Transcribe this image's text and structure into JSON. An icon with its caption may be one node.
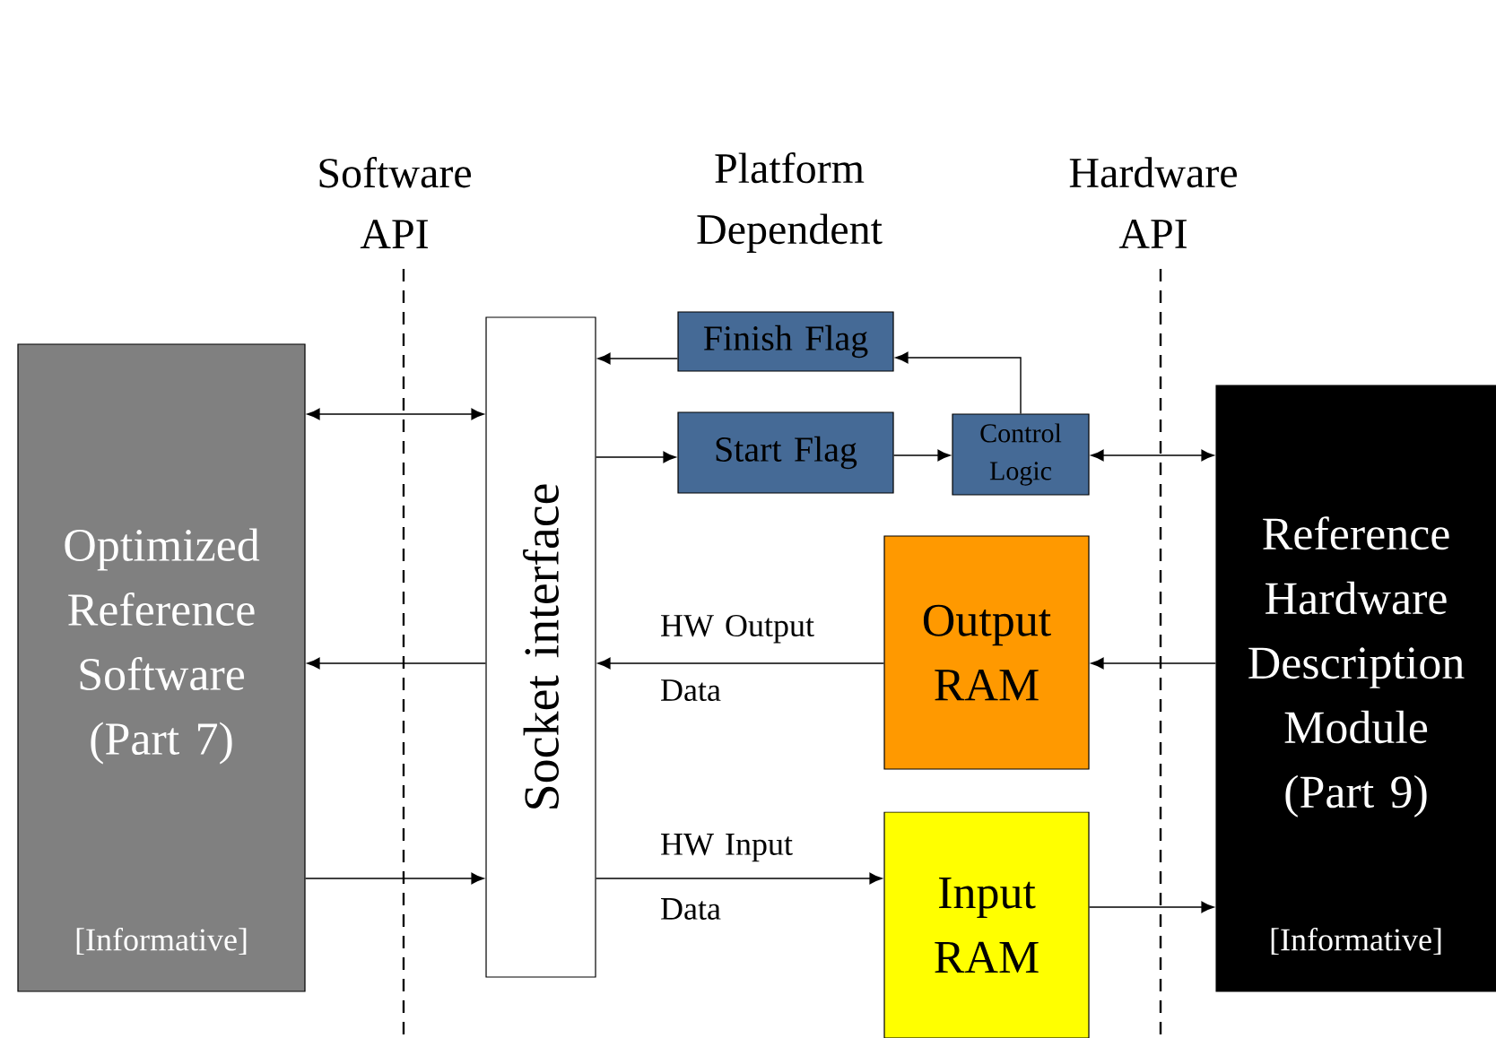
{
  "diagram": {
    "nodes": [
      {
        "text": [
          "Optimized Reference Software (Part 7)",
          "[Informative]"
        ]
      },
      {
        "text": [
          "Socket interface"
        ]
      },
      {
        "text": [
          "Finish Flag"
        ]
      },
      {
        "text": [
          "Start Flag"
        ]
      },
      {
        "text": [
          "Control Logic"
        ]
      },
      {
        "text": [
          "Output RAM"
        ]
      },
      {
        "text": [
          "Input RAM"
        ]
      },
      {
        "text": [
          "Reference Hardware Description Module (Part 9)",
          "[Informative]"
        ]
      }
    ],
    "edges": [
      {
        "from": 0,
        "to": 1,
        "arrow": "both"
      },
      {
        "from": 1,
        "to": 3,
        "arrow": "to"
      },
      {
        "from": 3,
        "to": 4,
        "arrow": "to"
      },
      {
        "from": 4,
        "to": 2,
        "arrow": "to"
      },
      {
        "from": 2,
        "to": 1,
        "arrow": "to"
      },
      {
        "from": 4,
        "to": 7,
        "arrow": "both"
      },
      {
        "from": 7,
        "to": 5,
        "arrow": "to"
      },
      {
        "from": 5,
        "to": 1,
        "label": "HW Output Data",
        "arrow": "to"
      },
      {
        "from": 1,
        "to": 0,
        "arrow": "to"
      },
      {
        "from": 0,
        "to": 1,
        "arrow": "to"
      },
      {
        "from": 1,
        "to": 6,
        "label": "HW Input Data",
        "arrow": "to"
      },
      {
        "from": 6,
        "to": 7,
        "arrow": "to"
      }
    ],
    "labels": [
      "Software API",
      "Platform Dependent",
      "Hardware API"
    ]
  }
}
